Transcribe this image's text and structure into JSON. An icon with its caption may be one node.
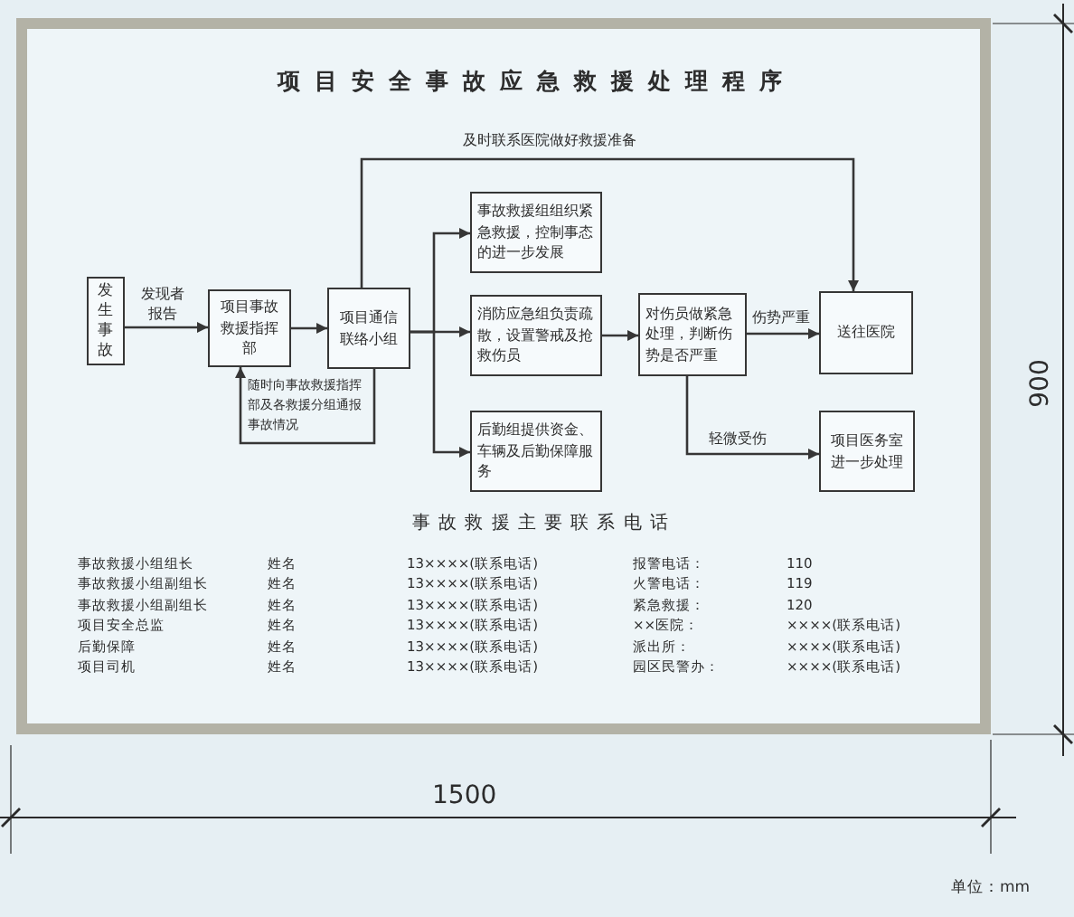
{
  "diagram": {
    "title": "项目安全事故应急救援处理程序",
    "nodes": [
      {
        "text": [
          "发生事故"
        ]
      },
      {
        "text": [
          "项目事故救援指挥部"
        ]
      },
      {
        "text": [
          "项目通信联络小组"
        ]
      },
      {
        "text": [
          "事故救援组组织紧急救援，控制事态的进一步发展"
        ]
      },
      {
        "text": [
          "消防应急组负责疏散，设置警戒及抢救伤员"
        ]
      },
      {
        "text": [
          "后勤组提供资金、车辆及后勤保障服务"
        ]
      },
      {
        "text": [
          "对伤员做紧急处理，判断伤势是否严重"
        ]
      },
      {
        "text": [
          "送往医院"
        ]
      },
      {
        "text": [
          "项目医务室进一步处理"
        ]
      }
    ],
    "edges": [
      {
        "from": 0,
        "to": 1,
        "arrow": "to",
        "label": "发现者报告"
      },
      {
        "from": 1,
        "to": 2,
        "arrow": "to"
      },
      {
        "from": 2,
        "to": 7,
        "arrow": "to",
        "label": "及时联系医院做好救援准备"
      },
      {
        "from": 2,
        "to": 3,
        "arrow": "to"
      },
      {
        "from": 2,
        "to": 4,
        "arrow": "to"
      },
      {
        "from": 2,
        "to": 5,
        "arrow": "to"
      },
      {
        "from": 2,
        "to": 1,
        "arrow": "to",
        "label": "随时向事故救援指挥部及各救援分组通报事故情况"
      },
      {
        "from": 4,
        "to": 6,
        "arrow": "to"
      },
      {
        "from": 6,
        "to": 7,
        "arrow": "to",
        "label": "伤势严重"
      },
      {
        "from": 6,
        "to": 8,
        "arrow": "to",
        "label": "轻微受伤"
      }
    ],
    "labels": [
      "事故救援主要联系电话",
      "事故救援小组组长",
      "姓名",
      "13××××(联系电话)",
      "报警电话：",
      "110",
      "事故救援小组副组长",
      "姓名",
      "13××××(联系电话)",
      "火警电话：",
      "119",
      "事故救援小组副组长",
      "姓名",
      "13××××(联系电话)",
      "紧急救援：",
      "120",
      "项目安全总监",
      "姓名",
      "13××××(联系电话)",
      "××医院：",
      "××××(联系电话)",
      "后勤保障",
      "姓名",
      "13××××(联系电话)",
      "派出所：",
      "××××(联系电话)",
      "项目司机",
      "姓名",
      "13××××(联系电话)",
      "园区民警办：",
      "××××(联系电话)",
      "1500",
      "900",
      "单位：mm"
    ]
  }
}
